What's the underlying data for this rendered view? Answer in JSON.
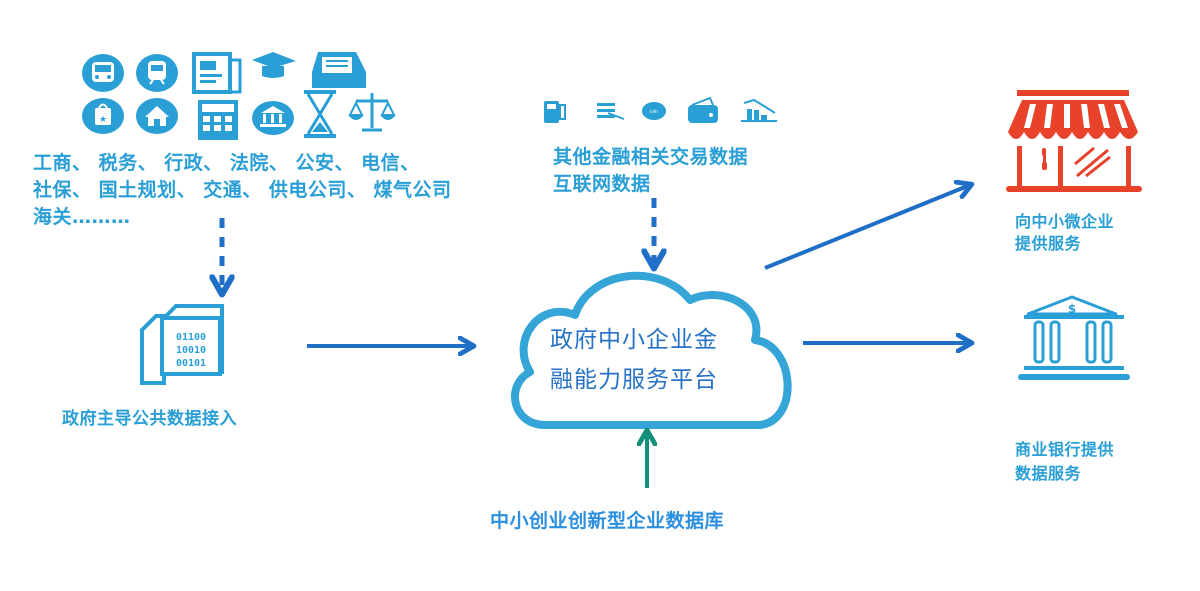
{
  "diagram": {
    "colors": {
      "primary_blue": "#2a9fd6",
      "arrow_blue": "#1f6fc6",
      "arrow_green": "#13907a",
      "cloud_stroke": "#35a5d8",
      "shop_red": "#e8432a",
      "db_label_blue": "#2c8fe0"
    },
    "sources": {
      "icons": [
        "bus-icon",
        "train-icon",
        "newspaper-icon",
        "graduation-cap-icon",
        "inbox-tray-icon",
        "shopping-bag-icon",
        "home-icon",
        "calculator-icon",
        "bank-icon",
        "hourglass-icon",
        "scales-icon"
      ],
      "lines": [
        "工商、 税务、 行政、 法院、 公安、 电信、",
        "社保、 国土规划、 交通、 供电公司、 煤气公司",
        "海关………"
      ]
    },
    "gov_data": {
      "binary_lines": [
        "01100",
        "10010",
        "00101"
      ],
      "label": "政府主导公共数据接入"
    },
    "financial": {
      "icons": [
        "pos-terminal-icon",
        "data-search-icon",
        "badge-icon",
        "wallet-icon",
        "chart-decline-icon"
      ],
      "lines": [
        "其他金融相关交易数据",
        "互联网数据"
      ]
    },
    "platform": {
      "lines": [
        "政府中小企业金",
        "融能力服务平台"
      ]
    },
    "database": {
      "label": "中小创业创新型企业数据库"
    },
    "outputs": {
      "sme": {
        "lines": [
          "向中小微企业",
          "提供服务"
        ]
      },
      "bank": {
        "lines": [
          "商业银行提供",
          "数据服务"
        ],
        "symbol": "$"
      }
    }
  }
}
